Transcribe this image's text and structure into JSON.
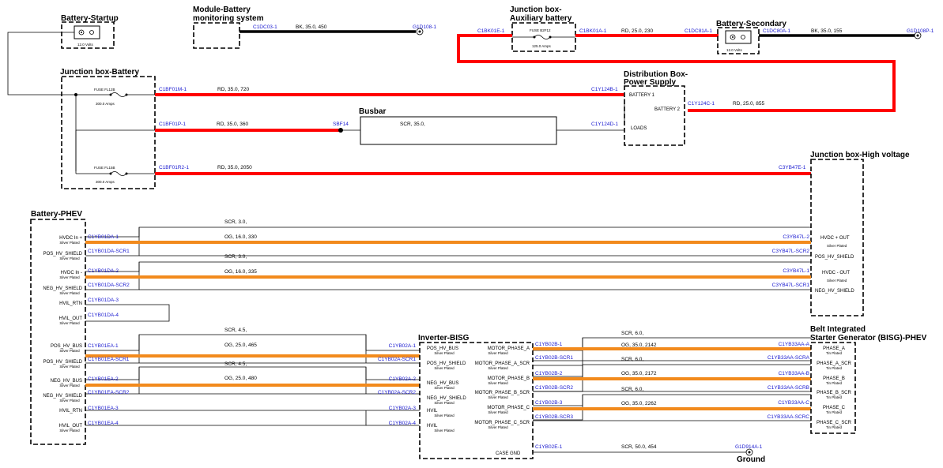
{
  "modules": {
    "battery_startup": {
      "title": "Battery-Startup",
      "voltage": "12.0 Volts"
    },
    "module_battery_monitoring": {
      "title_line1": "Module-Battery",
      "title_line2": "monitoring system"
    },
    "junction_aux": {
      "title_line1": "Junction box-",
      "title_line2": "Auxiliary battery",
      "fuse": "FUSE B2F12",
      "amps": "125.0 Amps"
    },
    "battery_secondary": {
      "title": "Battery-Secondary",
      "voltage": "12.0 Volts"
    },
    "junction_battery": {
      "title": "Junction box-Battery",
      "fuse1": "FUSE FL12B",
      "amps1": "300.0 Amps",
      "fuse2": "FUSE FL15B",
      "amps2": "300.0 Amps"
    },
    "distribution_box": {
      "title_line1": "Distribution Box-",
      "title_line2": "Power Supply",
      "pin_battery1": "BATTERY 1",
      "pin_battery2": "BATTERY 2",
      "pin_loads": "LOADS"
    },
    "busbar": {
      "title": "Busbar"
    },
    "junction_hv": {
      "title": "Junction box-High voltage",
      "pin1": "HVDC + OUT",
      "pin2": "POS_HV_SHIELD",
      "pin3": "HVDC - OUT",
      "pin4": "NEG_HV_SHIELD",
      "silver": "Silver Plated"
    },
    "battery_phev": {
      "title": "Battery-PHEV",
      "silver": "Silver Plated",
      "pins": [
        "HVDC In +",
        "POS_HV_SHIELD",
        "HVDC In -",
        "NEG_HV_SHIELD",
        "HVIL_RTN",
        "HVIL_OUT",
        "POS_HV_BUS",
        "POS_HV_SHIELD",
        "NEG_HV_BUS",
        "NEG_HV_SHIELD",
        "HVIL_RTN",
        "HVIL_OUT"
      ]
    },
    "inverter": {
      "title": "Inverter-BISG",
      "silver": "Silver Plated",
      "left_pins": [
        "POS_HV_BUS",
        "POS_HV_SHIELD",
        "NEG_HV_BUS",
        "NEG_HV_SHIELD",
        "HVIL",
        "HVIL"
      ],
      "right_pins": [
        "MOTOR_PHASE_A",
        "MOTOR_PHASE_A_SCR",
        "MOTOR_PHASE_B",
        "MOTOR_PHASE_B_SCR",
        "MOTOR_PHASE_C",
        "MOTOR_PHASE_C_SCR"
      ],
      "case_gnd": "CASE GND"
    },
    "bisg": {
      "title_line1": "Belt Integrated",
      "title_line2": "Starter Generator (BISG)-PHEV",
      "tin": "Tin Plated",
      "pins": [
        "PHASE_A",
        "PHASE_A_SCR",
        "PHASE_B",
        "PHASE_B_SCR",
        "PHASE_C",
        "PHASE_C_SCR"
      ]
    },
    "ground": {
      "title": "Ground"
    }
  },
  "connectors": {
    "c1dc03": "C1DC03-1",
    "g1d108": "G1D108-1",
    "c1bk01e": "C1BK01E-1",
    "c1bk01a": "C1BK01A-1",
    "c1dc81a": "C1DC81A-1",
    "c1dc80a": "C1DC80A-1",
    "g1d108p": "G1D108P-1",
    "c1bf01m": "C1BF01M-1",
    "c1y124b": "C1Y124B-1",
    "c1y124c": "C1Y124C-1",
    "c1bf01p": "C1BF01P-1",
    "sbf14": "SBF14",
    "c1y124d": "C1Y124D-1",
    "c1bf01r2": "C1BF01R2-1",
    "c3yb47e": "C3YB47E-1",
    "phev_left": [
      "C1YB01DA-1",
      "C1YB01DA-SCR1",
      "C1YB01DA-2",
      "C1YB01DA-SCR2",
      "C1YB01DA-3",
      "C1YB01DA-4"
    ],
    "hv_right": [
      "C3YB47L-2",
      "C3YB47L-SCR2",
      "C3YB47L-1",
      "C3YB47L-SCR1"
    ],
    "phev_ea": [
      "C1YB01EA-1",
      "C1YB01EA-SCR1",
      "C1YB01EA-2",
      "C1YB01EA-SCR2",
      "C1YB01EA-3",
      "C1YB01EA-4"
    ],
    "inv_left": [
      "C1YB02A-1",
      "C1YB02A-SCR1",
      "C1YB02A-2",
      "C1YB02A-SCR2",
      "C1YB02A-3",
      "C1YB02A-4"
    ],
    "inv_right": [
      "C1YB02B-1",
      "C1YB02B-SCR1",
      "C1YB02B-2",
      "C1YB02B-SCR2",
      "C1YB02B-3",
      "C1YB02B-SCR3"
    ],
    "bisg_left": [
      "C1YB33AA-A",
      "C1YB33AA-SCRA",
      "C1YB33AA-B",
      "C1YB33AA-SCRB",
      "C1YB33AA-C",
      "C1YB33AA-SCRC"
    ],
    "c1yb02e": "C1YB02E-1",
    "g1d914a": "G1D914A-1"
  },
  "wires": {
    "bk_monitor": "BK,  35.0,  450",
    "rd_aux": "RD,  25.0,  230",
    "bk_secondary": "BK,  35.0,  155",
    "rd_720": "RD,  35.0,  720",
    "rd_855": "RD,  25.0,  855",
    "rd_360": "RD,  35.0,  360",
    "scr_busbar": "SCR,  35.0,",
    "rd_2050": "RD,  35.0,  2050",
    "scr_3a": "SCR,  3.0,",
    "og_330": "OG,  16.0,  330",
    "scr_3b": "SCR,  3.0,",
    "og_335": "OG,  16.0,  335",
    "scr_45a": "SCR,  4.5,",
    "og_465": "OG,  25.0,  465",
    "scr_45b": "SCR,  4.5,",
    "og_480": "OG,  25.0,  480",
    "scr_6a": "SCR,  6.0,",
    "og_2142": "OG,  35.0,  2142",
    "scr_6b": "SCR,  6.0,",
    "og_2172": "OG,  35.0,  2172",
    "scr_6c": "SCR,  6.0,",
    "og_2262": "OG,  35.0,  2262",
    "scr_454": "SCR,  50.0,  454"
  },
  "colors": {
    "red_wire": "#ff0000",
    "orange_wire": "#f28a1c",
    "connector_blue": "#1a1ad0",
    "black": "#000000"
  }
}
